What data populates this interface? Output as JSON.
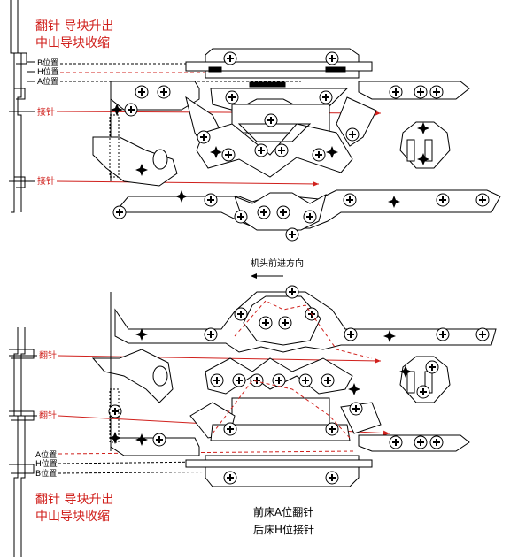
{
  "top_caption": {
    "line1": "翻针 导块升出",
    "line2": "中山导块收缩"
  },
  "bottom_caption": {
    "line1": "翻针 导块升出",
    "line2": "中山导块收缩"
  },
  "direction_label": "机头前进方向",
  "footer": {
    "line1": "前床A位翻针",
    "line2": "后床H位接针"
  },
  "top_positions": [
    "B位置",
    "H位置",
    "A位置"
  ],
  "top_needle_labels": [
    "接针",
    "接针"
  ],
  "bottom_needle_labels": [
    "翻针",
    "翻针"
  ],
  "bottom_positions": [
    "A位置",
    "H位置",
    "B位置"
  ],
  "colors": {
    "accent": "#d0201c",
    "line": "#000000"
  }
}
